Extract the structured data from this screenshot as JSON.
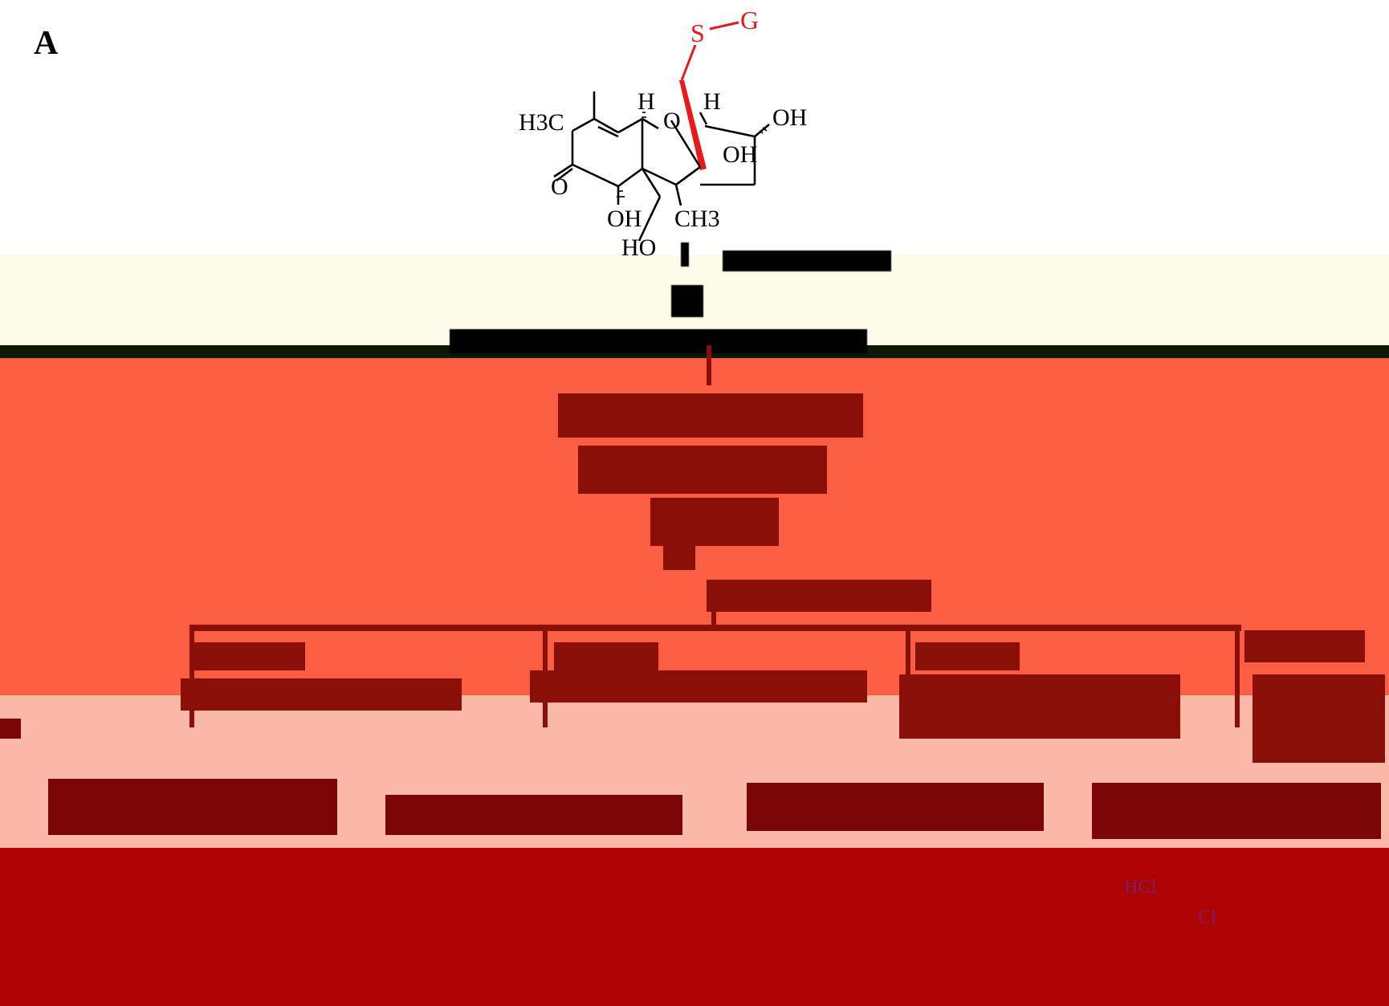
{
  "panel_label": "A",
  "molecule": {
    "substituent_top": [
      "S",
      "G"
    ],
    "atoms": {
      "h3c": "H3C",
      "h_left": "H",
      "o_ring": "O",
      "h_right": "H",
      "oh_right": "OH",
      "oh_inner": "OH",
      "o_ketone": "O",
      "oh_bottom": "OH",
      "ch3": "CH3",
      "ho": "HO"
    }
  },
  "colors": {
    "cream_band": "#fdfbea",
    "dark_band": "#0b1806",
    "red_band": "#fb5d43",
    "pink_band": "#fab9a6",
    "maroon_band": "#ae0203",
    "glutathione_highlight": "#e8181b"
  },
  "lower_fragments": {
    "hcl_label": "HCl",
    "cl_label": "Cl"
  }
}
